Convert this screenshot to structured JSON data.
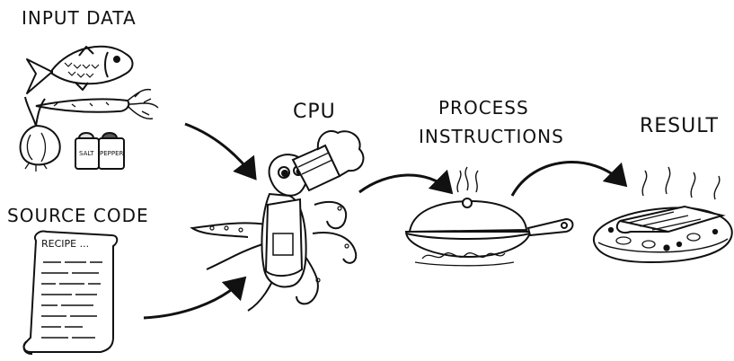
{
  "labels": {
    "input_data": "INPUT DATA",
    "source_code": "SOURCE CODE",
    "cpu": "CPU",
    "process_line1": "PROCESS",
    "process_line2": "INSTRUCTIONS",
    "result": "RESULT"
  },
  "ingredients": {
    "salt": "SALT",
    "pepper": "PEPPER"
  },
  "recipe": {
    "title": "RECIPE ..."
  },
  "icons": [
    "fish-icon",
    "carrot-icon",
    "onion-icon",
    "salt-shaker-icon",
    "pepper-shaker-icon",
    "recipe-scroll-icon",
    "octopus-chef-icon",
    "covered-pan-icon",
    "cooked-dish-icon"
  ],
  "colors": {
    "ink": "#111111",
    "background": "#ffffff"
  }
}
